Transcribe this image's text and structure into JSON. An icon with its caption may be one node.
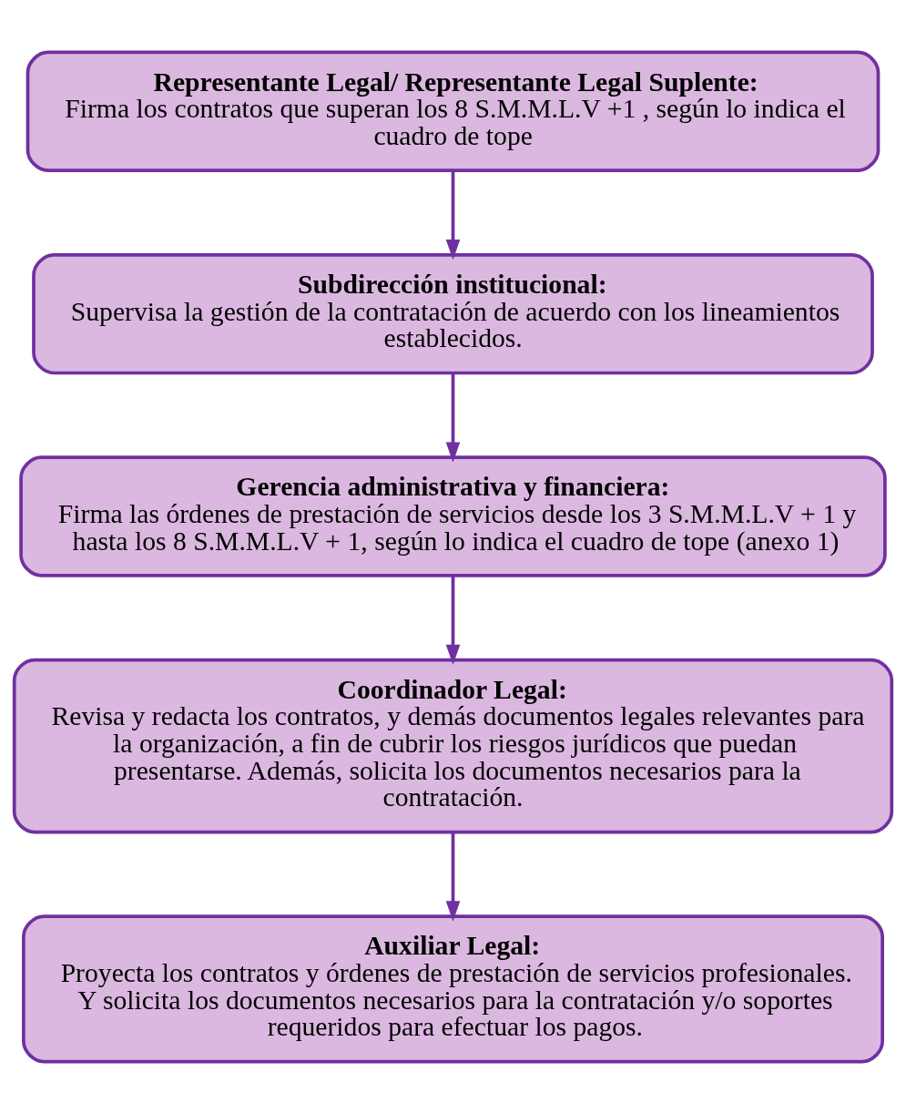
{
  "diagram": {
    "nodes": [
      {
        "text": [
          "Representante Legal/ Representante Legal Suplente:",
          "Firma los contratos que superan los 8 S.M.M.L.V +1 , según lo indica el cuadro de tope"
        ]
      },
      {
        "text": [
          "Subdirección institucional:",
          "Supervisa la gestión de la contratación de acuerdo con los lineamientos establecidos."
        ]
      },
      {
        "text": [
          "Gerencia administrativa y financiera:",
          "Firma las órdenes de prestación de servicios desde los 3 S.M.M.L.V + 1 y hasta los 8 S.M.M.L.V + 1, según lo indica el cuadro de tope (anexo 1)"
        ]
      },
      {
        "text": [
          "Coordinador Legal:",
          "Revisa y redacta los contratos, y demás documentos legales relevantes para la organización, a fin de cubrir los riesgos jurídicos que puedan presentarse. Además, solicita los documentos necesarios para la contratación."
        ]
      },
      {
        "text": [
          "Auxiliar Legal:",
          "Proyecta los contratos y órdenes de prestación de servicios profesionales. Y solicita los documentos necesarios para la contratación y/o soportes requeridos para efectuar los pagos."
        ]
      }
    ],
    "edges": [
      {
        "from": 0,
        "to": 1,
        "arrow": "to"
      },
      {
        "from": 1,
        "to": 2,
        "arrow": "to"
      },
      {
        "from": 2,
        "to": 3,
        "arrow": "to"
      },
      {
        "from": 3,
        "to": 4,
        "arrow": "to"
      }
    ]
  }
}
